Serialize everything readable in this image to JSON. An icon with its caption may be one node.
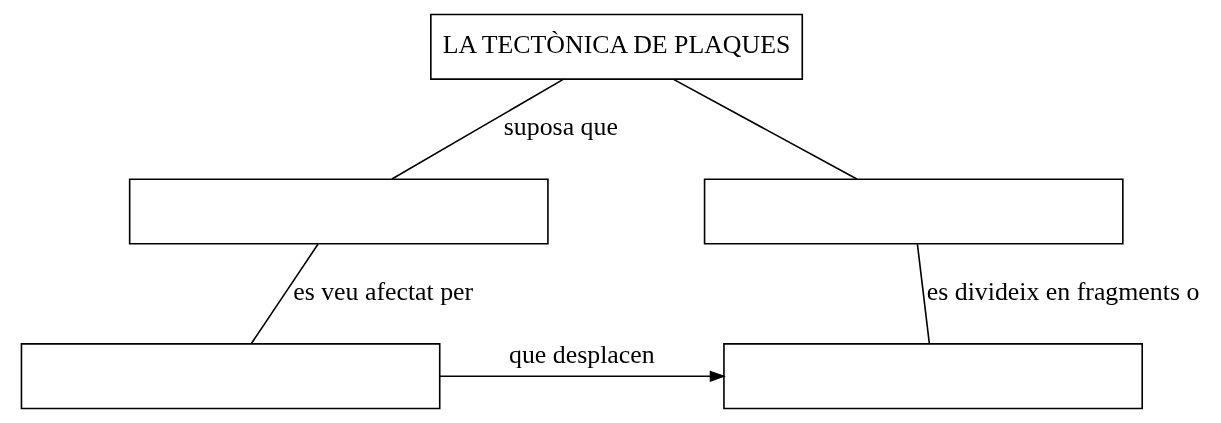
{
  "diagram": {
    "nodes": [
      {
        "text": [
          "LA TECTÒNICA DE PLAQUES"
        ]
      },
      {
        "text": [],
        "shape": "box"
      },
      {
        "text": [],
        "shape": "box"
      },
      {
        "text": [],
        "shape": "box"
      },
      {
        "text": [],
        "shape": "box"
      }
    ],
    "edges": [
      {
        "from": 0,
        "to": 1,
        "arrow": "none",
        "label": "suposa que"
      },
      {
        "from": 0,
        "to": 2,
        "arrow": "none"
      },
      {
        "from": 1,
        "to": 3,
        "arrow": "none",
        "label": "es veu afectat per"
      },
      {
        "from": 2,
        "to": 4,
        "arrow": "none",
        "label": "es divideix en fragments o"
      },
      {
        "from": 3,
        "to": 4,
        "arrow": "to",
        "label": "que desplacen"
      }
    ]
  }
}
